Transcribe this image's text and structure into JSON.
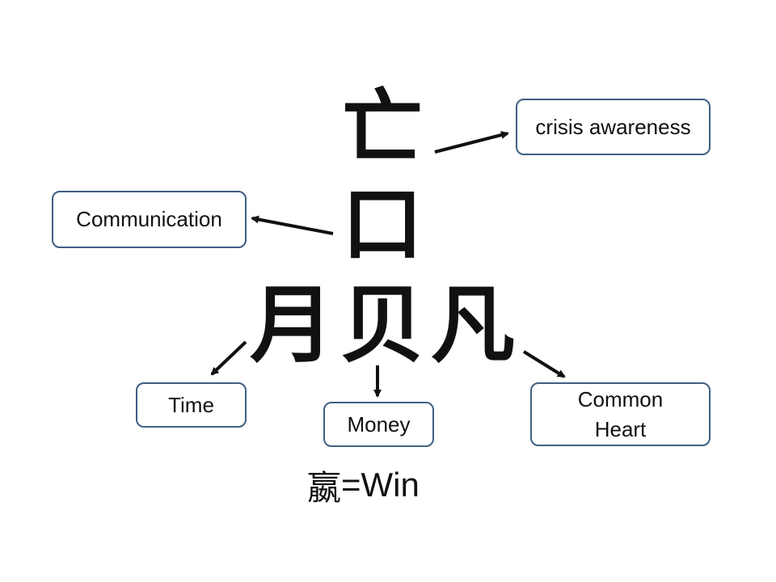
{
  "characters": {
    "top": "亡",
    "middle": "口",
    "bottom_left": "月",
    "bottom_center": "贝",
    "bottom_right": "凡"
  },
  "labels": {
    "crisis": "crisis awareness",
    "communication": "Communication",
    "time": "Time",
    "money": "Money",
    "common_heart": "Common\nHeart"
  },
  "formula": {
    "character": "嬴",
    "text": "=Win"
  },
  "colors": {
    "box_border": "#3f5f82",
    "text": "#111111",
    "arrow": "#111111"
  }
}
